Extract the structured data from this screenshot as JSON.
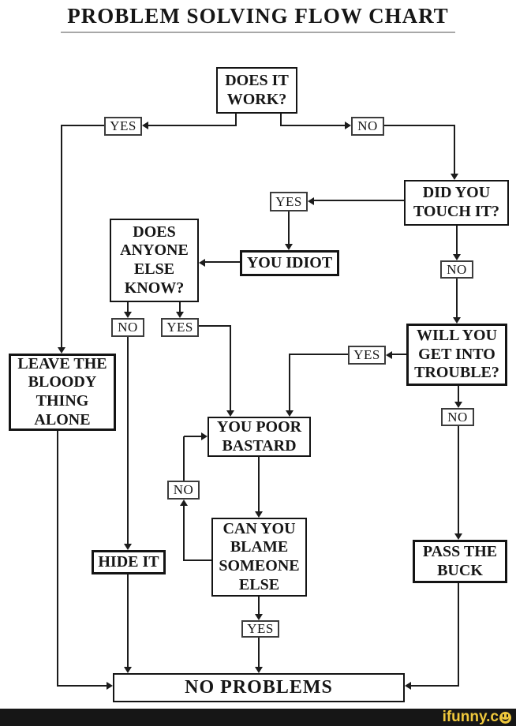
{
  "title": "PROBLEM SOLVING FLOW CHART",
  "nodes": {
    "does_it_work": "DOES IT\nWORK?",
    "did_you_touch_it": "DID YOU\nTOUCH IT?",
    "does_anyone_else_know": "DOES\nANYONE\nELSE\nKNOW?",
    "you_idiot": "YOU IDIOT",
    "will_you_get_into_trouble": "WILL YOU\nGET INTO\nTROUBLE?",
    "leave_the_bloody_thing_alone": "LEAVE THE\nBLOODY\nTHING\nALONE",
    "you_poor_bastard": "YOU POOR\nBASTARD",
    "can_you_blame_someone_else": "CAN YOU\nBLAME\nSOMEONE\nELSE",
    "hide_it": "HIDE IT",
    "pass_the_buck": "PASS THE\nBUCK",
    "no_problems": "NO PROBLEMS"
  },
  "edges": [
    {
      "from": "does_it_work",
      "to": "leave_the_bloody_thing_alone",
      "label": "YES"
    },
    {
      "from": "does_it_work",
      "to": "did_you_touch_it",
      "label": "NO"
    },
    {
      "from": "did_you_touch_it",
      "to": "you_idiot",
      "label": "YES"
    },
    {
      "from": "did_you_touch_it",
      "to": "will_you_get_into_trouble",
      "label": "NO"
    },
    {
      "from": "you_idiot",
      "to": "does_anyone_else_know",
      "label": ""
    },
    {
      "from": "does_anyone_else_know",
      "to": "hide_it",
      "label": "NO"
    },
    {
      "from": "does_anyone_else_know",
      "to": "you_poor_bastard",
      "label": "YES"
    },
    {
      "from": "will_you_get_into_trouble",
      "to": "you_poor_bastard",
      "label": "YES"
    },
    {
      "from": "will_you_get_into_trouble",
      "to": "pass_the_buck",
      "label": "NO"
    },
    {
      "from": "you_poor_bastard",
      "to": "can_you_blame_someone_else",
      "label": ""
    },
    {
      "from": "can_you_blame_someone_else",
      "to": "you_poor_bastard",
      "label": "NO"
    },
    {
      "from": "can_you_blame_someone_else",
      "to": "no_problems",
      "label": "YES"
    },
    {
      "from": "hide_it",
      "to": "no_problems",
      "label": ""
    },
    {
      "from": "leave_the_bloody_thing_alone",
      "to": "no_problems",
      "label": ""
    },
    {
      "from": "pass_the_buck",
      "to": "no_problems",
      "label": ""
    }
  ],
  "watermark": {
    "text": "ifunny.c"
  },
  "colors": {
    "line": "#1c1c1c",
    "bar_bg": "#161616",
    "brand_yellow": "#efc83c"
  }
}
